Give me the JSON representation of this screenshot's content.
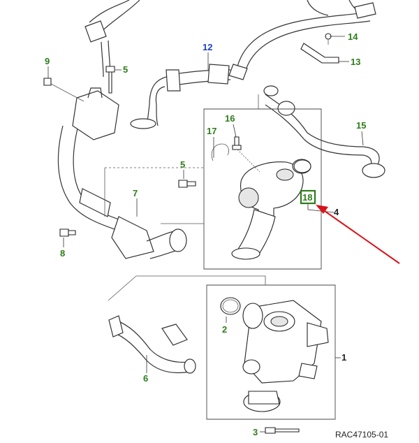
{
  "diagram": {
    "reference_code": "RAC47105-01",
    "colors": {
      "callout_green": "#2e7d1a",
      "callout_blue": "#1f3fbf",
      "callout_black": "#222222",
      "highlight_box": "#2e7d1a",
      "arrow_red": "#d8131b",
      "line": "#333333"
    },
    "callouts": [
      {
        "id": "c1",
        "label": "1",
        "color": "callout_black"
      },
      {
        "id": "c2",
        "label": "2",
        "color": "callout_green"
      },
      {
        "id": "c3",
        "label": "3",
        "color": "callout_green"
      },
      {
        "id": "c4",
        "label": "4",
        "color": "callout_black"
      },
      {
        "id": "c5a",
        "label": "5",
        "color": "callout_green"
      },
      {
        "id": "c5b",
        "label": "5",
        "color": "callout_green"
      },
      {
        "id": "c6",
        "label": "6",
        "color": "callout_green"
      },
      {
        "id": "c7",
        "label": "7",
        "color": "callout_green"
      },
      {
        "id": "c8",
        "label": "8",
        "color": "callout_green"
      },
      {
        "id": "c9",
        "label": "9",
        "color": "callout_green"
      },
      {
        "id": "c12",
        "label": "12",
        "color": "callout_blue"
      },
      {
        "id": "c13",
        "label": "13",
        "color": "callout_green"
      },
      {
        "id": "c14",
        "label": "14",
        "color": "callout_green"
      },
      {
        "id": "c15",
        "label": "15",
        "color": "callout_green"
      },
      {
        "id": "c16",
        "label": "16",
        "color": "callout_green"
      },
      {
        "id": "c17",
        "label": "17",
        "color": "callout_green"
      },
      {
        "id": "c18",
        "label": "18",
        "color": "callout_green",
        "highlighted": true
      }
    ]
  }
}
